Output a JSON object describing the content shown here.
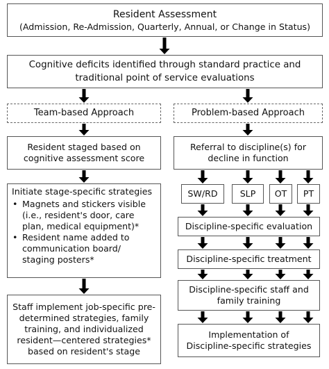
{
  "top": {
    "title": "Resident Assessment",
    "subtitle": "(Admission, Re-Admission, Quarterly, Annual, or Change in Status)"
  },
  "cognitive": {
    "line1": "Cognitive deficits identified through standard practice and",
    "line2": "traditional point of service evaluations"
  },
  "team_approach": "Team-based Approach",
  "problem_approach": "Problem-based Approach",
  "left": {
    "staged": {
      "line1": "Resident staged based on",
      "line2": "cognitive assessment score"
    },
    "initiate": {
      "heading": "Initiate stage-specific strategies",
      "bullet1": [
        "Magnets and stickers visible",
        "(i.e., resident's door, care",
        "plan, medical equipment)*"
      ],
      "bullet2": [
        "Resident name added to",
        "communication board/",
        "staging posters*"
      ]
    },
    "staff": {
      "lines": [
        "Staff implement job-specific pre-",
        "determined strategies, family",
        "training, and individualized",
        "resident—centered strategies*",
        "based on resident's stage"
      ]
    }
  },
  "right": {
    "referral": {
      "line1": "Referral to discipline(s) for",
      "line2": "decline in function"
    },
    "disciplines": [
      "SW/RD",
      "SLP",
      "OT",
      "PT"
    ],
    "evaluation": "Discipline-specific evaluation",
    "treatment": "Discipline-specific treatment",
    "training": {
      "line1": "Discipline-specific staff and",
      "line2": "family training"
    },
    "implementation": {
      "line1": "Implementation of",
      "line2": "Discipline-specific strategies"
    }
  }
}
